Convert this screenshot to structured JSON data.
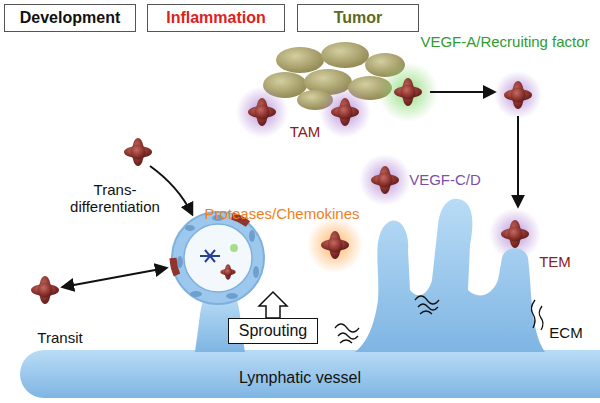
{
  "diagram": {
    "nodes": [
      {
        "text": [
          "Development"
        ]
      },
      {
        "text": [
          "Inflammation"
        ]
      },
      {
        "text": [
          "Tumor"
        ]
      },
      {
        "text": [
          "Sprouting"
        ]
      }
    ],
    "labels": [
      "VEGF-A/Recruiting factor",
      "TAM",
      "VEGF-C/D",
      "Trans- differentiation",
      "Proteases/Chemokines",
      "TEM",
      "Transit",
      "ECM",
      "Lymphatic vessel"
    ]
  }
}
